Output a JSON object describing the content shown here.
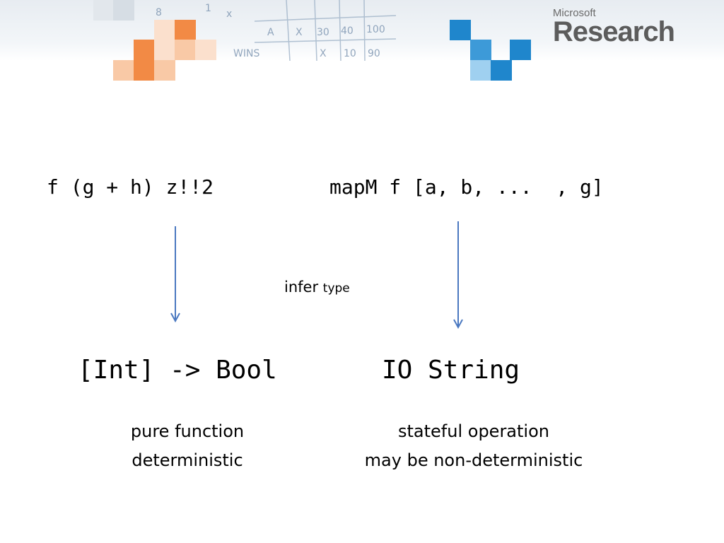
{
  "header": {
    "logo_top": "Microsoft",
    "logo_main": "Research"
  },
  "expressions": {
    "left": "f (g + h) z!!2",
    "right": "mapM f [a, b, ...  , g]"
  },
  "infer": {
    "word": "infer",
    "small": "type"
  },
  "types": {
    "left": "[Int] -> Bool",
    "right": "IO String"
  },
  "notes": {
    "left_line1": "pure function",
    "left_line2": "deterministic",
    "right_line1": "stateful operation",
    "right_line2": "may be non-deterministic"
  },
  "colors": {
    "arrow": "#4a78c0",
    "accent_orange": "#f28a45",
    "accent_blue": "#1f86cc"
  }
}
